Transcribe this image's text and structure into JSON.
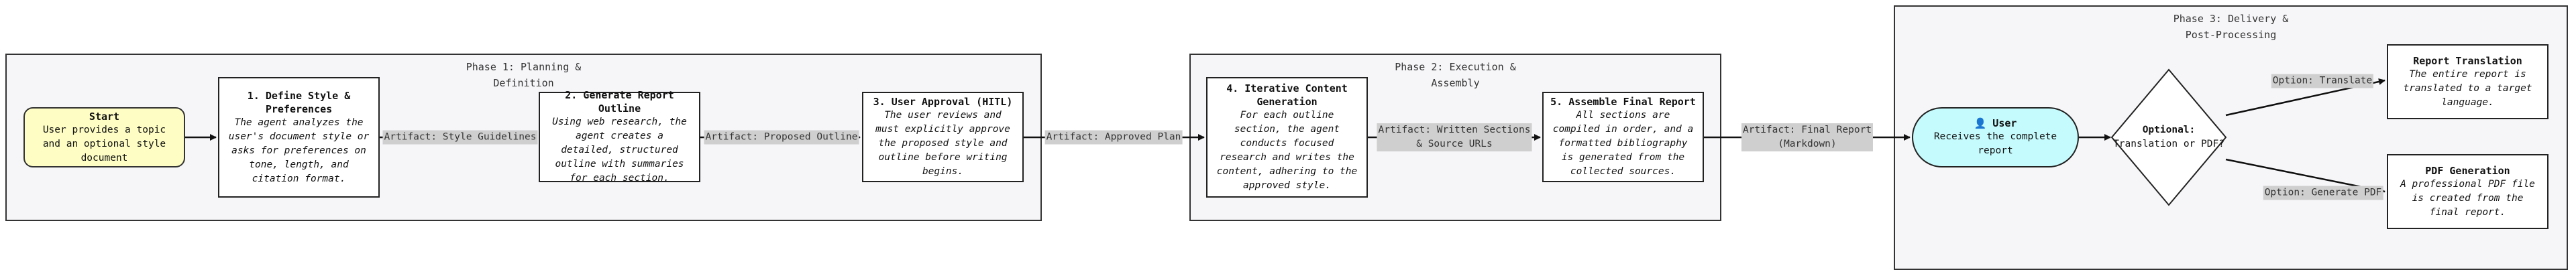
{
  "phases": {
    "p1": {
      "title": "Phase 1: Planning & Definition"
    },
    "p2": {
      "title": "Phase 2: Execution & Assembly"
    },
    "p3": {
      "title": "Phase 3: Delivery & Post-Processing"
    }
  },
  "nodes": {
    "start": {
      "title": "Start",
      "desc": "User provides a topic and an optional style document"
    },
    "define_style": {
      "title": "1. Define Style & Preferences",
      "desc": "The agent analyzes the user's document style or asks for preferences on tone, length, and citation format."
    },
    "outline": {
      "title": "2. Generate Report Outline",
      "desc": "Using web research, the agent creates a detailed, structured outline with summaries for each section."
    },
    "approval": {
      "title": "3. User Approval (HITL)",
      "desc": "The user reviews and must explicitly approve the proposed style and outline before writing begins."
    },
    "iterative": {
      "title": "4. Iterative Content Generation",
      "desc": "For each outline section, the agent conducts focused research and writes the content, adhering to the approved style."
    },
    "assemble": {
      "title": "5. Assemble Final Report",
      "desc": "All sections are compiled in order, and a formatted bibliography is generated from the collected sources."
    },
    "user": {
      "icon": "👤",
      "title": "User",
      "desc": "Receives the complete report"
    },
    "decision": {
      "title": "Optional:",
      "desc": "Translation or PDF?"
    },
    "translation": {
      "title": "Report Translation",
      "desc": "The entire report is translated to a target language."
    },
    "pdf": {
      "title": "PDF Generation",
      "desc": "A professional PDF file is created from the final report."
    }
  },
  "edge_labels": {
    "style_guidelines": "Artifact: Style Guidelines",
    "proposed_outline": "Artifact: Proposed Outline",
    "approved_plan": "Artifact: Approved Plan",
    "written_sections": "Artifact: Written Sections\n& Source URLs",
    "final_report": "Artifact: Final Report\n(Markdown)",
    "translate": "Option: Translate",
    "generate_pdf": "Option: Generate PDF"
  }
}
